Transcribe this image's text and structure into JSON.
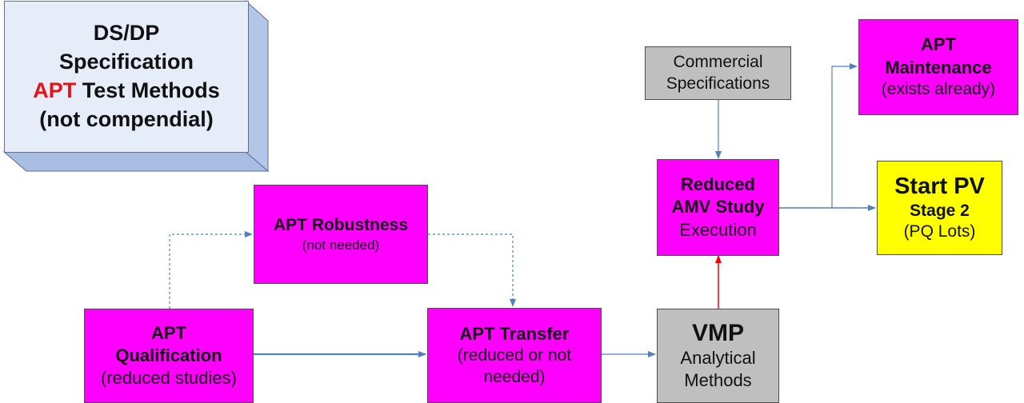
{
  "colors": {
    "process": "#ff00ff",
    "reference": "#bfbfbf",
    "milestone": "#ffff00",
    "connector": "#4f81bd",
    "highlight_connector": "#ff0000",
    "spec_block": "#e6ecf8"
  },
  "spec_block": {
    "line1": "DS/DP",
    "line2": "Specification",
    "line3_highlight": "APT",
    "line3_rest": " Test Methods",
    "line4": "(not compendial)"
  },
  "nodes": {
    "qualification": {
      "title1": "APT",
      "title2": "Qualification",
      "sub": "(reduced studies)"
    },
    "robustness": {
      "title": "APT Robustness",
      "sub": "(not needed)"
    },
    "transfer": {
      "title": "APT Transfer",
      "sub1": "(reduced or not",
      "sub2": "needed)"
    },
    "vmp": {
      "title": "VMP",
      "sub1": "Analytical",
      "sub2": "Methods"
    },
    "amv": {
      "title1": "Reduced",
      "title2": "AMV Study",
      "sub": "Execution"
    },
    "commercial": {
      "line1": "Commercial",
      "line2": "Specifications"
    },
    "maintenance": {
      "title1": "APT",
      "title2": "Maintenance",
      "sub": "(exists already)"
    },
    "start_pv": {
      "title": "Start PV",
      "stage": "Stage 2",
      "sub": "(PQ Lots)"
    }
  }
}
